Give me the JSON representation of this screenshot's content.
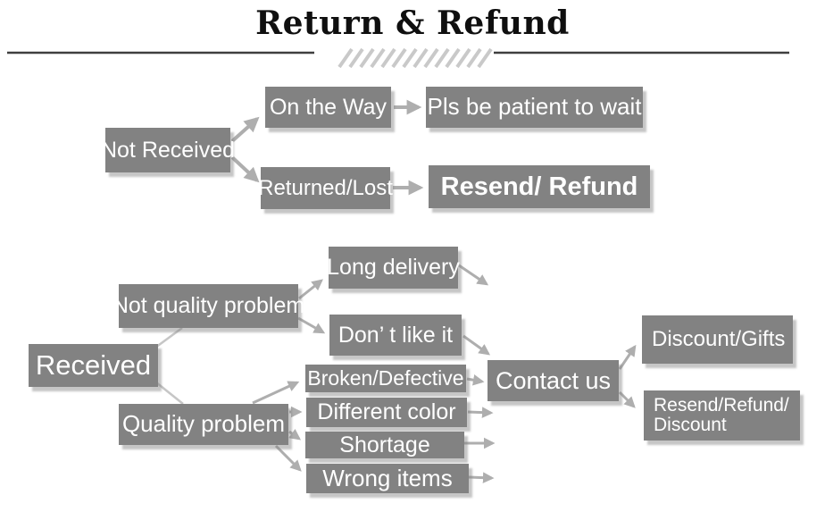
{
  "header": {
    "title": "Return & Refund"
  },
  "colors": {
    "node_bg": "#828282",
    "node_text": "#ffffff",
    "arrow": "#aeaeae",
    "thin_line": "#c6c6c6",
    "divider_line": "#3f3f3f",
    "hatch": "#c9c9c9",
    "title_text": "#0f0f0f"
  },
  "not_received_flow": {
    "root": "Not Received",
    "on_the_way": "On the Way",
    "on_the_way_result": "Pls be patient to wait",
    "returned_lost": "Returned/Lost",
    "returned_lost_result": "Resend/ Refund"
  },
  "received_flow": {
    "root": "Received",
    "not_quality_problem": "Not quality problem",
    "long_delivery": "Long delivery",
    "dont_like_it": "Don’ t like it",
    "quality_problem": "Quality problem",
    "broken_defective": "Broken/Defective",
    "different_color": "Different color",
    "shortage": "Shortage",
    "wrong_items": "Wrong items",
    "contact_us": "Contact us",
    "discount_gifts": "Discount/Gifts",
    "resend_refund_discount_line1": "Resend/Refund/",
    "resend_refund_discount_line2": "Discount"
  }
}
